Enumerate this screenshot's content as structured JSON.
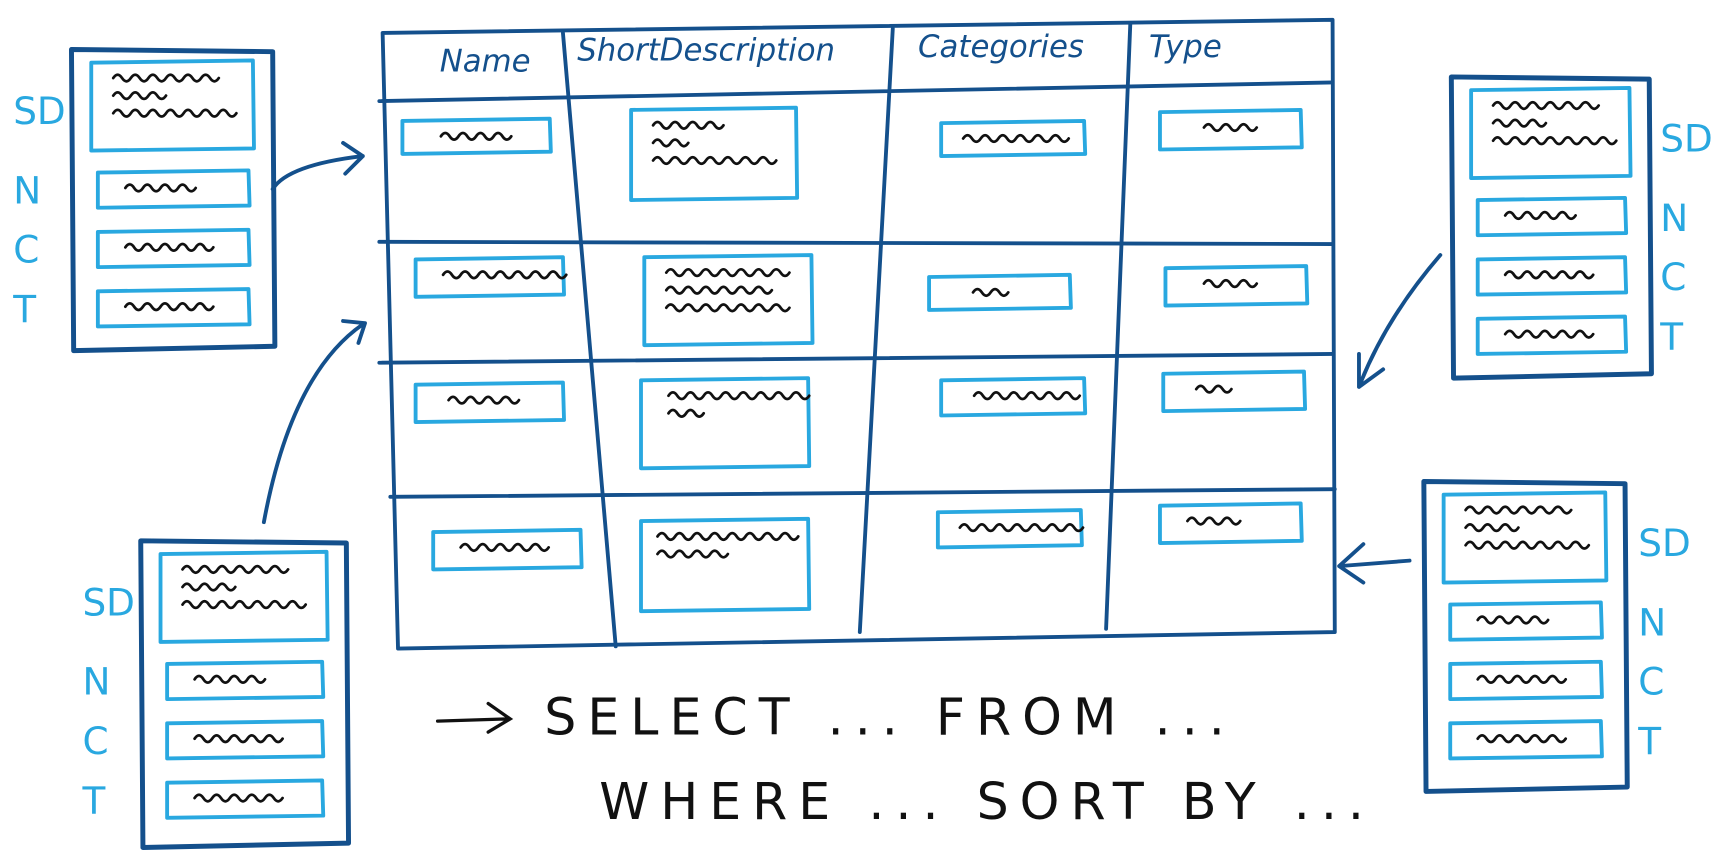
{
  "colors": {
    "dark_blue": "#14508c",
    "light_blue": "#29a8e0",
    "ink": "#111111"
  },
  "table": {
    "headers": [
      "Name",
      "ShortDescription",
      "Categories",
      "Type"
    ]
  },
  "card_labels": [
    "SD",
    "N",
    "C",
    "T"
  ],
  "query": {
    "line1": "SELECT ...  FROM ...",
    "line2": "WHERE ...  SORT BY ..."
  }
}
